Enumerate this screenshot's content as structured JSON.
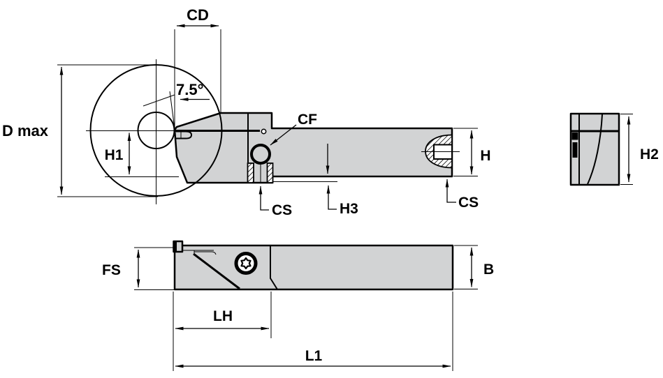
{
  "drawing": {
    "labels": {
      "cd": "CD",
      "angle": "7.5°",
      "d_max": "D max",
      "h1": "H1",
      "cf": "CF",
      "h": "H",
      "cs_front": "CS",
      "h3": "H3",
      "cs_end": "CS",
      "h2": "H2",
      "fs": "FS",
      "b": "B",
      "lh": "LH",
      "l1": "L1"
    },
    "colors": {
      "background": "#ffffff",
      "body_fill": "#d2d3d4",
      "line": "#000000"
    }
  }
}
